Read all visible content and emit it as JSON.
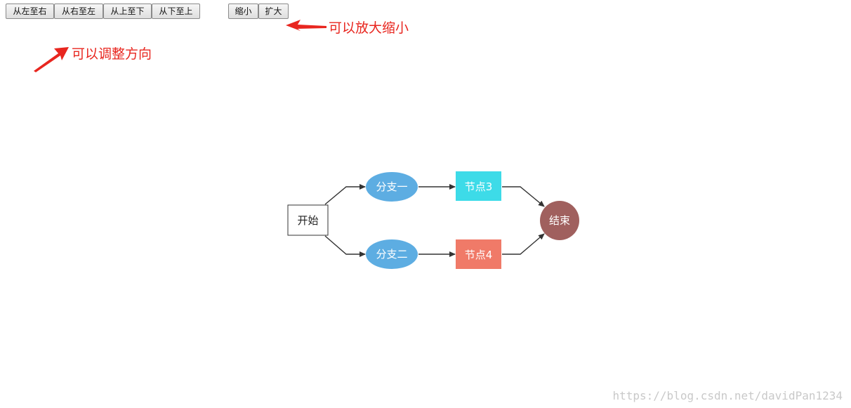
{
  "toolbar": {
    "direction_buttons": [
      "从左至右",
      "从右至左",
      "从上至下",
      "从下至上"
    ],
    "zoom_out_label": "缩小",
    "zoom_in_label": "扩大"
  },
  "annotations": {
    "zoom_note": "可以放大缩小",
    "direction_note": "可以调整方向",
    "color": "#e8261f"
  },
  "flowchart": {
    "nodes": {
      "start": {
        "label": "开始",
        "shape": "rect",
        "fill": "#ffffff",
        "stroke": "#333333",
        "text_color": "#222222"
      },
      "branch1": {
        "label": "分支一",
        "shape": "ellipse",
        "fill": "#5dade2",
        "text_color": "#ffffff"
      },
      "branch2": {
        "label": "分支二",
        "shape": "ellipse",
        "fill": "#5dade2",
        "text_color": "#ffffff"
      },
      "node3": {
        "label": "节点3",
        "shape": "rect",
        "fill": "#3ddbe8",
        "text_color": "#ffffff"
      },
      "node4": {
        "label": "节点4",
        "shape": "rect",
        "fill": "#f07a68",
        "text_color": "#ffffff"
      },
      "end": {
        "label": "结束",
        "shape": "circle",
        "fill": "#a0605e",
        "text_color": "#ffffff"
      }
    },
    "edges": [
      [
        "start",
        "branch1"
      ],
      [
        "start",
        "branch2"
      ],
      [
        "branch1",
        "node3"
      ],
      [
        "branch2",
        "node4"
      ],
      [
        "node3",
        "end"
      ],
      [
        "node4",
        "end"
      ]
    ],
    "edge_color": "#333333"
  },
  "watermark": "https://blog.csdn.net/davidPan1234"
}
